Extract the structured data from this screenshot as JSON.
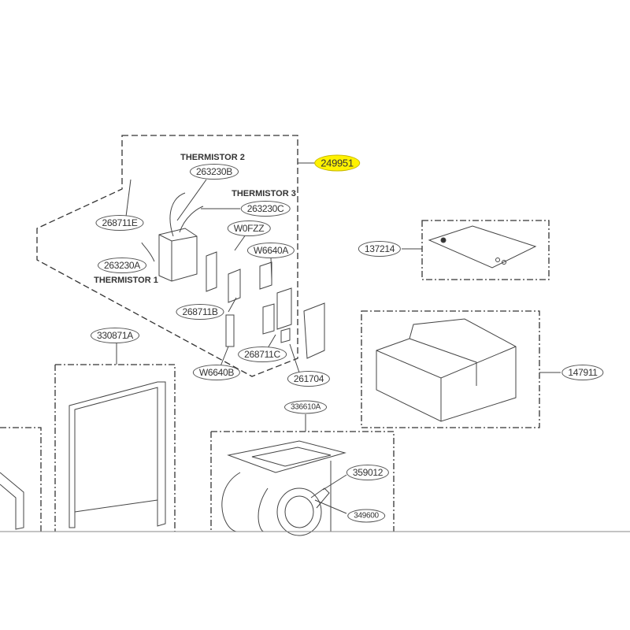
{
  "diagram": {
    "callouts": {
      "c249951": "249951",
      "c263230B": "263230B",
      "c263230C": "263230C",
      "c268711E": "268711E",
      "cW0FZZ": "W0FZZ",
      "cW6640A": "W6640A",
      "c263230A": "263230A",
      "c268711B": "268711B",
      "c268711C": "268711C",
      "cW6640B": "W6640B",
      "c261704": "261704",
      "c330871A": "330871A",
      "c137214": "137214",
      "c147911": "147911",
      "c336610A": "336610A",
      "c359012": "359012",
      "c349600": "349600"
    },
    "notes": {
      "thermistor2": "THERMISTOR 2",
      "thermistor3": "THERMISTOR 3",
      "thermistor1": "THERMISTOR 1"
    },
    "highlight_color": "#fff200"
  }
}
